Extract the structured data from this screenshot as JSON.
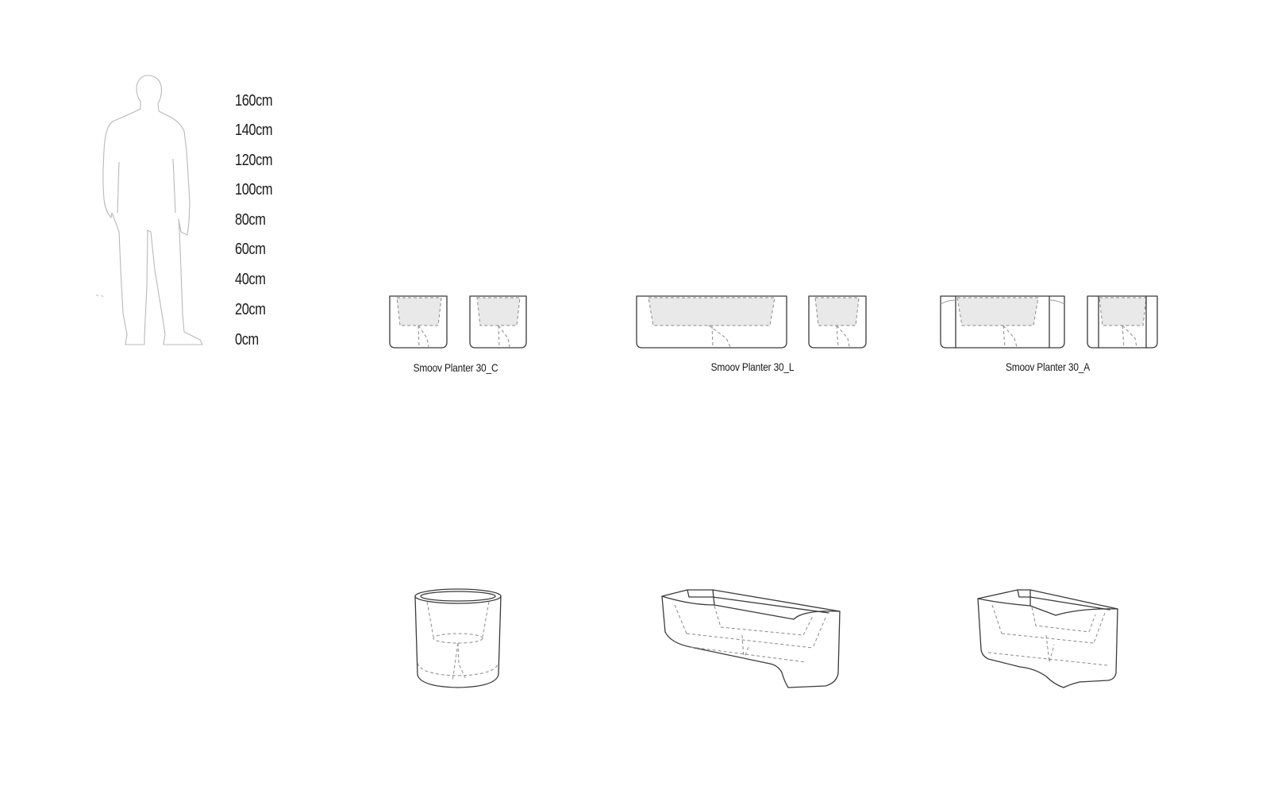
{
  "scale": {
    "labels": [
      "160cm",
      "140cm",
      "120cm",
      "100cm",
      "80cm",
      "60cm",
      "40cm",
      "20cm",
      "0cm"
    ]
  },
  "products": [
    {
      "name": "Smoov Planter 30_C"
    },
    {
      "name": "Smoov Planter 30_L"
    },
    {
      "name": "Smoov Planter 30_A"
    }
  ],
  "colors": {
    "outline": "#3a3a3a",
    "dashed": "#8a8a8a",
    "soil_fill": "#e9e9e9",
    "person": "#b9b9b9"
  }
}
